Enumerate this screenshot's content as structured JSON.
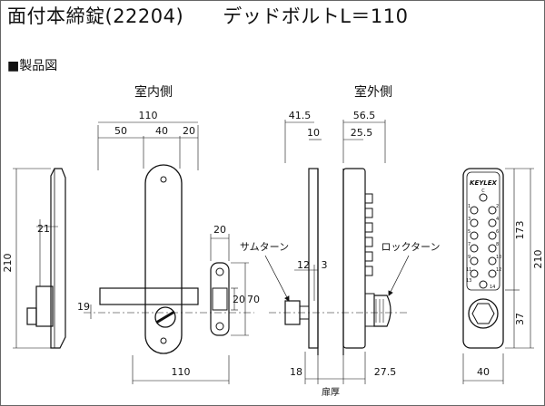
{
  "title": "面付本締錠(22204)　　デッドボルトL＝110",
  "section_label": "■製品図",
  "views": {
    "inside_label": "室内側",
    "outside_label": "室外側"
  },
  "dimensions": {
    "inside_total_width": "110",
    "inside_w50": "50",
    "inside_w40": "40",
    "inside_w20": "20",
    "inside_height": "210",
    "inside_offset": "21",
    "inside_knob": "19",
    "bolt_length": "110",
    "strike_width": "20",
    "strike_h20": "20",
    "strike_h70": "70",
    "outside_415": "41.5",
    "outside_565": "56.5",
    "outside_10": "10",
    "outside_255": "25.5",
    "outside_12": "12",
    "outside_3": "3",
    "outside_18": "18",
    "outside_275": "27.5",
    "door_label": "扉厚",
    "front_height": "210",
    "front_173": "173",
    "front_37": "37",
    "front_width": "40"
  },
  "callouts": {
    "thumb_turn": "サムターン",
    "lock_turn": "ロックターン"
  },
  "keypad": {
    "brand": "KEYLEX",
    "keys": [
      "C",
      "1",
      "2",
      "3",
      "4",
      "5",
      "6",
      "7",
      "8",
      "9",
      "10",
      "11",
      "12",
      "13",
      "14"
    ]
  }
}
